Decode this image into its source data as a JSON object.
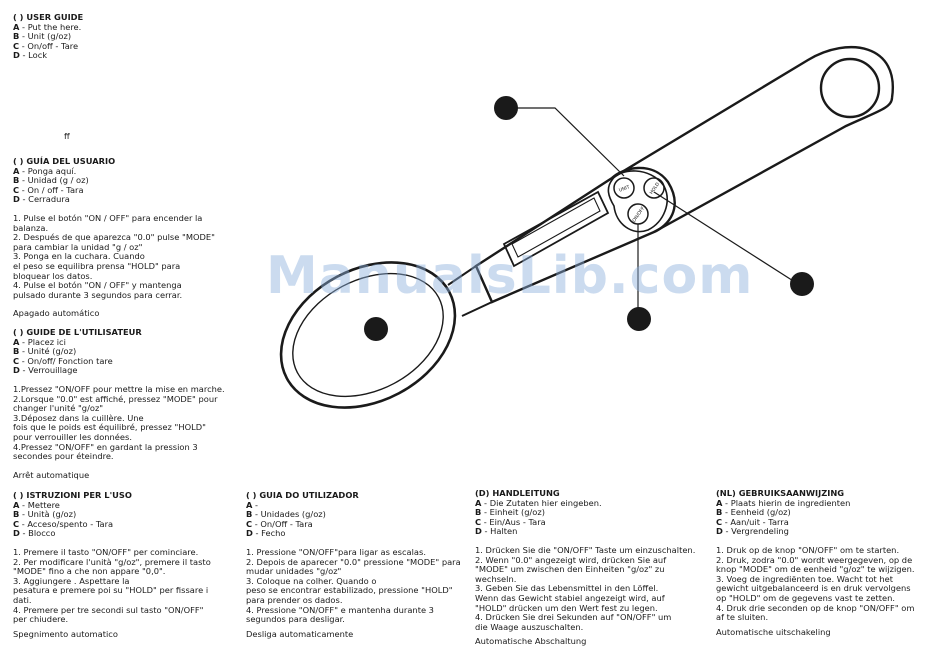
{
  "guides": [
    {
      "id": "en",
      "heading": "(     ) USER GUIDE",
      "items": [
        {
          "key": "A",
          "text": " - Put the                    here."
        },
        {
          "key": "B",
          "text": " - Unit (g/oz)"
        },
        {
          "key": "C",
          "text": " - On/off - Tare"
        },
        {
          "key": "D",
          "text": " - Lock"
        }
      ],
      "steps": [],
      "footer": "",
      "extra": "ff"
    },
    {
      "id": "es",
      "heading": "(     ) GUÍA DEL USUARIO",
      "items": [
        {
          "key": "A",
          "text": " - Ponga                    aquí."
        },
        {
          "key": "B",
          "text": " - Unidad (g / oz)"
        },
        {
          "key": "C",
          "text": " - On / off - Tara"
        },
        {
          "key": "D",
          "text": " - Cerradura"
        }
      ],
      "steps": [
        "1. Pulse el botón \"ON / OFF\" para encender la",
        "balanza.",
        "2. Después de que aparezca \"0.0\" pulse \"MODE\"",
        "para cambiar la unidad \"g / oz\"",
        "3. Ponga                        en la cuchara. Cuando",
        "el peso se equilibra prensa \"HOLD\" para",
        "bloquear los datos.",
        "4. Pulse el botón \"ON / OFF\" y mantenga",
        "pulsado durante 3 segundos para cerrar."
      ],
      "footer": "Apagado automático"
    },
    {
      "id": "fr",
      "heading": "(     ) GUIDE DE L'UTILISATEUR",
      "items": [
        {
          "key": "A",
          "text": " - Placez ici"
        },
        {
          "key": "B",
          "text": " - Unité (g/oz)"
        },
        {
          "key": "C",
          "text": " - On/off/ Fonction tare"
        },
        {
          "key": "D",
          "text": " - Verrouillage"
        }
      ],
      "steps": [
        "1.Pressez \"ON/OFF pour mettre la mise en marche.",
        "2.Lorsque \"0.0\" est affiché, pressez \"MODE\" pour",
        "changer l'unité \"g/oz\"",
        "3.Déposez                       dans la cuillère. Une",
        "fois que le poids est équilibré, pressez \"HOLD\"",
        "pour verrouiller les données.",
        "4.Pressez \"ON/OFF\" en gardant la pression 3",
        "secondes pour éteindre."
      ],
      "footer": "Arrêt automatique"
    },
    {
      "id": "it",
      "heading": "(     ) ISTRUZIONI PER L'USO",
      "items": [
        {
          "key": "A",
          "text": " - Mettere"
        },
        {
          "key": "B",
          "text": " - Unità (g/oz)"
        },
        {
          "key": "C",
          "text": " - Acceso/spento - Tara"
        },
        {
          "key": "D",
          "text": " - Blocco"
        }
      ],
      "steps": [
        "1. Premere il tasto \"ON/OFF\" per cominciare.",
        "2. Per modificare l'unità \"g/oz\", premere il tasto",
        "\"MODE\" fino a che non appare \"0,0\".",
        "3. Aggiungere                           . Aspettare la",
        "pesatura e premere poi su \"HOLD\" per fissare i",
        "dati.",
        "4. Premere per tre secondi sul tasto \"ON/OFF\"",
        "per chiudere."
      ],
      "footer": "Spegnimento automatico"
    },
    {
      "id": "pt",
      "heading": "(     ) GUIA DO UTILIZADOR",
      "items": [
        {
          "key": "A",
          "text": " -"
        },
        {
          "key": "B",
          "text": " - Unidades (g/oz)"
        },
        {
          "key": "C",
          "text": " - On/Off - Tara"
        },
        {
          "key": "D",
          "text": " - Fecho"
        }
      ],
      "steps": [
        "1. Pressione \"ON/OFF\"para ligar as escalas.",
        "2. Depois de aparecer \"0.0\" pressione \"MODE\" para",
        "mudar unidades \"g/oz\"",
        "3. Coloque                       na colher. Quando o",
        "peso se encontrar estabilizado, pressione \"HOLD\"",
        "para prender os dados.",
        "4. Pressione \"ON/OFF\" e mantenha durante 3",
        "segundos para desligar."
      ],
      "footer": "Desliga automaticamente"
    },
    {
      "id": "de",
      "heading": "(D) HANDLEITUNG",
      "items": [
        {
          "key": "A",
          "text": " - Die Zutaten hier eingeben."
        },
        {
          "key": "B",
          "text": " - Einheit (g/oz)"
        },
        {
          "key": "C",
          "text": " - Ein/Aus - Tara"
        },
        {
          "key": "D",
          "text": " - Halten"
        }
      ],
      "steps": [
        "1. Drücken Sie die \"ON/OFF\" Taste um einzuschalten.",
        "2. Wenn \"0.0\" angezeigt wird, drücken Sie auf",
        "\"MODE\" um zwischen den Einheiten \"g/oz\" zu",
        "wechseln.",
        "3. Geben Sie das Lebensmittel in den Löffel.",
        "Wenn das Gewicht stabiel angezeigt wird, auf",
        "\"HOLD\" drücken um den Wert fest zu legen.",
        "4. Drücken Sie drei Sekunden auf \"ON/OFF\" um",
        "die Waage auszuschalten."
      ],
      "footer": "Automatische Abschaltung"
    },
    {
      "id": "nl",
      "heading": "(NL) GEBRUIKSAANWIJZING",
      "items": [
        {
          "key": "A",
          "text": " - Plaats hierin de ingredienten"
        },
        {
          "key": "B",
          "text": " - Eenheid (g/oz)"
        },
        {
          "key": "C",
          "text": " - Aan/uit - Tarra"
        },
        {
          "key": "D",
          "text": " - Vergrendeling"
        }
      ],
      "steps": [
        "1. Druk op de knop \"ON/OFF\" om te starten.",
        "2. Druk, zodra \"0.0\" wordt weergegeven, op de",
        "knop \"MODE\" om de eenheid \"g/oz\" te wijzigen.",
        "3. Voeg de ingrediënten toe. Wacht tot het",
        "gewicht uitgebalanceerd is en druk vervolgens",
        "op \"HOLD\" om de gegevens vast te zetten.",
        "4. Druk drie seconden op de knop \"ON/OFF\" om",
        "af te sluiten."
      ],
      "footer": "Automatische uitschakeling"
    }
  ],
  "figure": {
    "button_labels": [
      "UNIT",
      "HOLD",
      "ON/OFF"
    ]
  },
  "watermark": "ManualsLib.com",
  "colors": {
    "ink": "#1a1a1a",
    "watermark": "#8cafdc"
  }
}
